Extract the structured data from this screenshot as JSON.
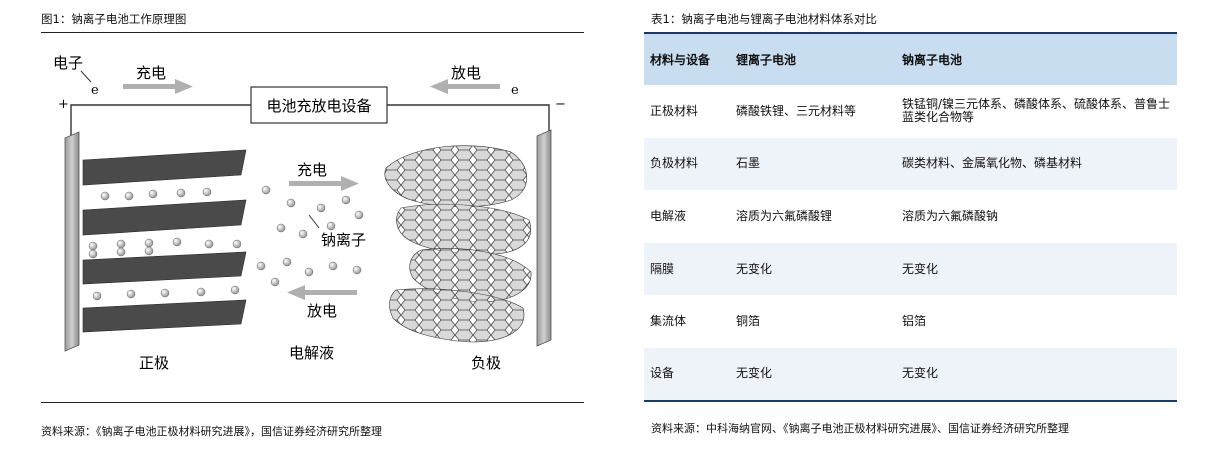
{
  "figure": {
    "title": "图1：钠离子电池工作原理图",
    "source": "资料来源：《钠离子电池正极材料研究进展》，国信证券经济研究所整理",
    "labels": {
      "electron": "电子",
      "e_left": "e",
      "e_right": "e",
      "charge_top": "充电",
      "discharge_top": "放电",
      "device": "电池充放电设备",
      "plus": "+",
      "minus": "−",
      "charge_mid": "充电",
      "sodium_ion": "钠离子",
      "discharge_mid": "放电",
      "cathode": "正极",
      "electrolyte": "电解液",
      "anode": "负极"
    }
  },
  "table": {
    "title": "表1：钠离子电池与锂离子电池材料体系对比",
    "headers": [
      "材料与设备",
      "锂离子电池",
      "钠离子电池"
    ],
    "rows": [
      [
        "正极材料",
        "磷酸铁锂、三元材料等",
        "铁锰铜/镍三元体系、磷酸体系、硫酸体系、普鲁士蓝类化合物等"
      ],
      [
        "负极材料",
        "石墨",
        "碳类材料、金属氧化物、磷基材料"
      ],
      [
        "电解液",
        "溶质为六氟磷酸锂",
        "溶质为六氟磷酸钠"
      ],
      [
        "隔膜",
        "无变化",
        "无变化"
      ],
      [
        "集流体",
        "铜箔",
        "铝箔"
      ],
      [
        "设备",
        "无变化",
        "无变化"
      ]
    ],
    "source": "资料来源：中科海纳官网、《钠离子电池正极材料研究进展》、国信证券经济研究所整理"
  }
}
